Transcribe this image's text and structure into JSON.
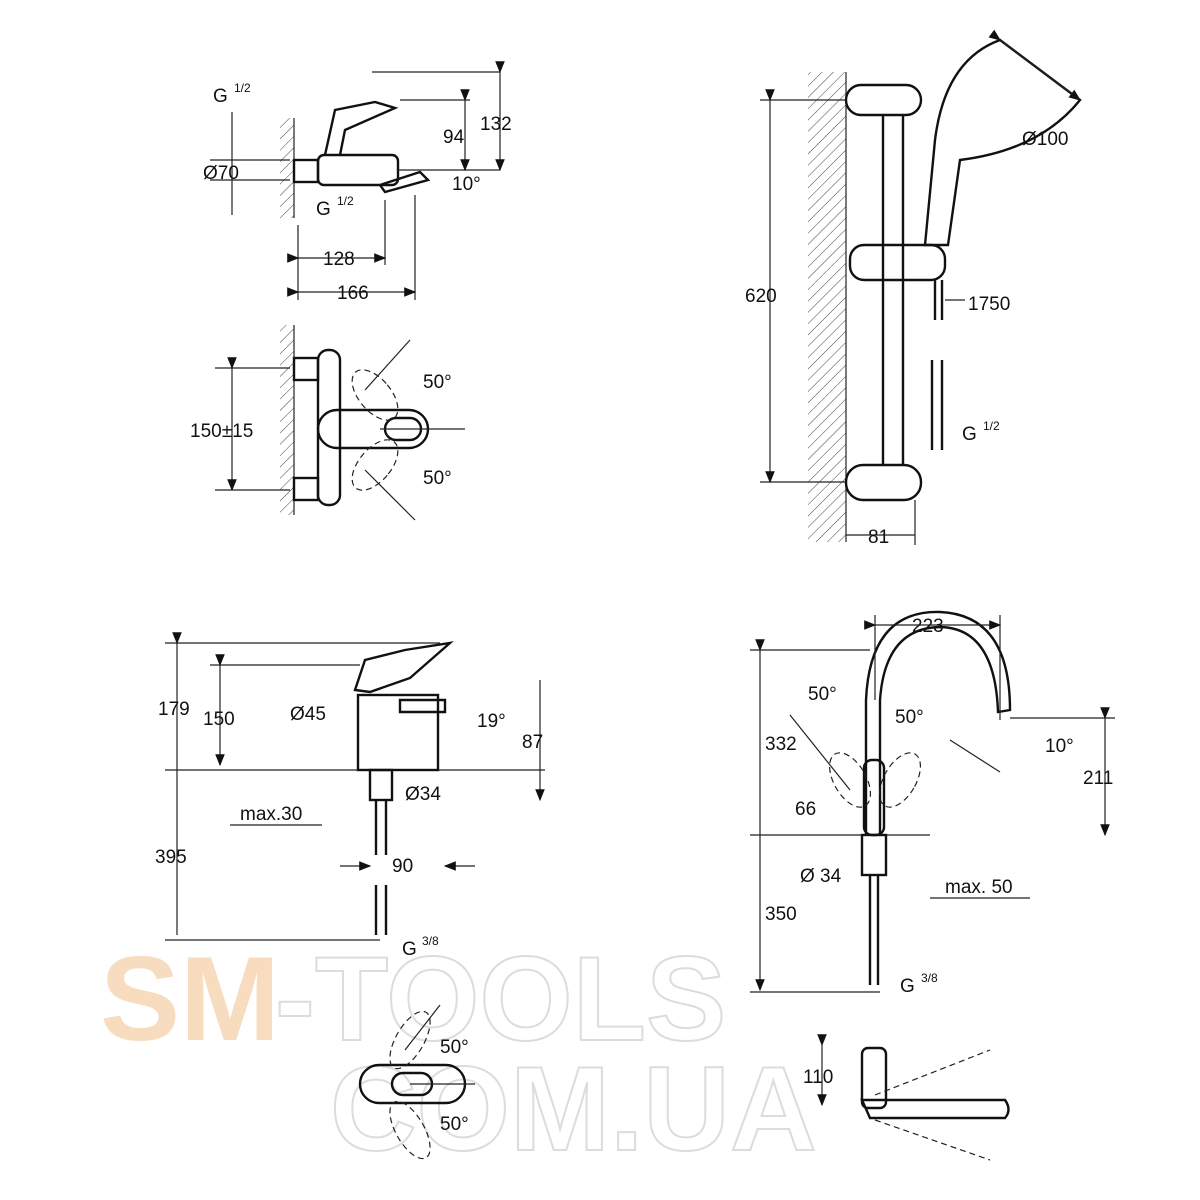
{
  "watermark": {
    "line1_accent": "SM",
    "line1_rest": "-TOOLS",
    "line2": "COM.UA",
    "accent_color": "#f7dcc0",
    "outline_color": "#dcdcdc"
  },
  "bath_mixer_side": {
    "thread": "G",
    "thread_frac": "1/2",
    "diameter": "Ø70",
    "h94": "94",
    "h132": "132",
    "angle": "10°",
    "thread2": "G",
    "thread2_frac": "1/2",
    "w128": "128",
    "w166": "166"
  },
  "bath_mixer_top": {
    "spacing": "150±15",
    "angle_top": "50°",
    "angle_bottom": "50°"
  },
  "shower_rail": {
    "length": "620",
    "head_diameter": "Ø100",
    "hose": "1750",
    "thread": "G",
    "thread_frac": "1/2",
    "depth": "81"
  },
  "basin_mixer": {
    "h179": "179",
    "h150": "150",
    "diameter45": "Ø45",
    "angle": "19°",
    "h87": "87",
    "diameter34": "Ø34",
    "max30": "max.30",
    "h395": "395",
    "w90": "90",
    "thread": "G",
    "thread_frac": "3/8",
    "angle_top": "50°",
    "angle_bottom": "50°"
  },
  "sink_mixer": {
    "w223": "223",
    "h332": "332",
    "angle_left": "50°",
    "angle_right": "50°",
    "angle_spout": "10°",
    "h211": "211",
    "w66": "66",
    "diameter34": "Ø 34",
    "max50": "max. 50",
    "h350": "350",
    "thread": "G",
    "thread_frac": "3/8",
    "h110": "110"
  }
}
